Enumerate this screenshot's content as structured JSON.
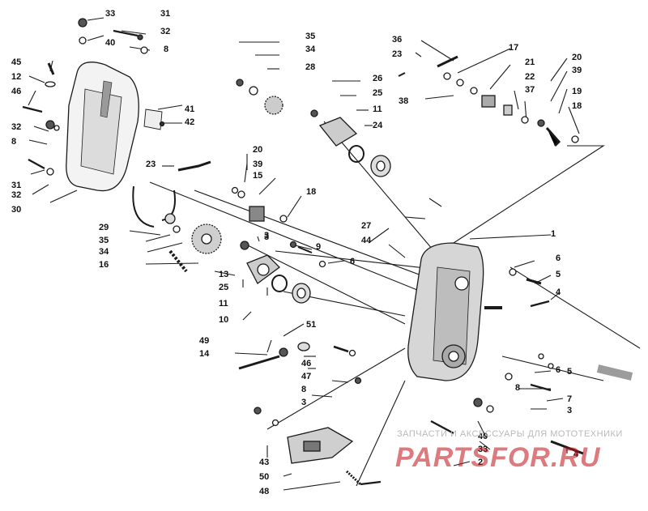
{
  "watermark": {
    "subtitle": "ЗАПЧАСТИ И АКСЕССУАРЫ ДЛЯ МОТОТЕХНИКИ",
    "logo": "PARTSFOR.RU",
    "color": "#c30f16"
  },
  "callouts": [
    "33",
    "31",
    "32",
    "40",
    "8",
    "45",
    "12",
    "46",
    "32",
    "8",
    "31",
    "32",
    "30",
    "35",
    "34",
    "28",
    "26",
    "25",
    "11",
    "24",
    "36",
    "23",
    "17",
    "21",
    "38",
    "22",
    "37",
    "20",
    "39",
    "19",
    "18",
    "41",
    "42",
    "23",
    "20",
    "39",
    "15",
    "18",
    "3",
    "29",
    "35",
    "34",
    "16",
    "13",
    "25",
    "3",
    "9",
    "6",
    "1",
    "27",
    "44",
    "6",
    "5",
    "4",
    "11",
    "10",
    "51",
    "49",
    "14",
    "46",
    "47",
    "8",
    "3",
    "6",
    "5",
    "8",
    "7",
    "3",
    "40",
    "33",
    "4",
    "2",
    "43",
    "50",
    "48"
  ]
}
